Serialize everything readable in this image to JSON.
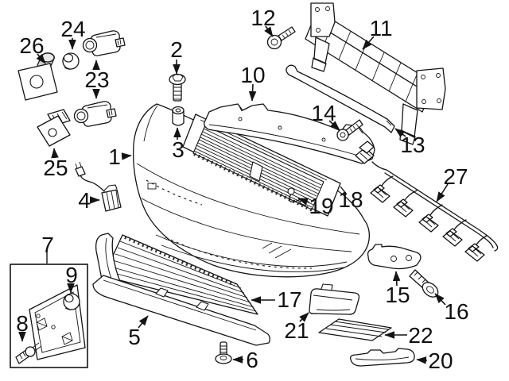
{
  "colors": {
    "background": "#ffffff",
    "line": "#141414",
    "shade_light": "#e8e8e8",
    "shade_mid": "#cfcfcf"
  },
  "labels": {
    "1": {
      "text": "1"
    },
    "2": {
      "text": "2"
    },
    "3": {
      "text": "3"
    },
    "4": {
      "text": "4"
    },
    "5": {
      "text": "5"
    },
    "6": {
      "text": "6"
    },
    "7": {
      "text": "7"
    },
    "8": {
      "text": "8"
    },
    "9": {
      "text": "9"
    },
    "10": {
      "text": "10"
    },
    "11": {
      "text": "11"
    },
    "12": {
      "text": "12"
    },
    "13": {
      "text": "13"
    },
    "14": {
      "text": "14"
    },
    "15": {
      "text": "15"
    },
    "16": {
      "text": "16"
    },
    "17": {
      "text": "17"
    },
    "18": {
      "text": "18"
    },
    "19": {
      "text": "19"
    },
    "20": {
      "text": "20"
    },
    "21": {
      "text": "21"
    },
    "22": {
      "text": "22"
    },
    "23": {
      "text": "23"
    },
    "24": {
      "text": "24"
    },
    "25": {
      "text": "25"
    },
    "26": {
      "text": "26"
    },
    "27": {
      "text": "27"
    }
  }
}
